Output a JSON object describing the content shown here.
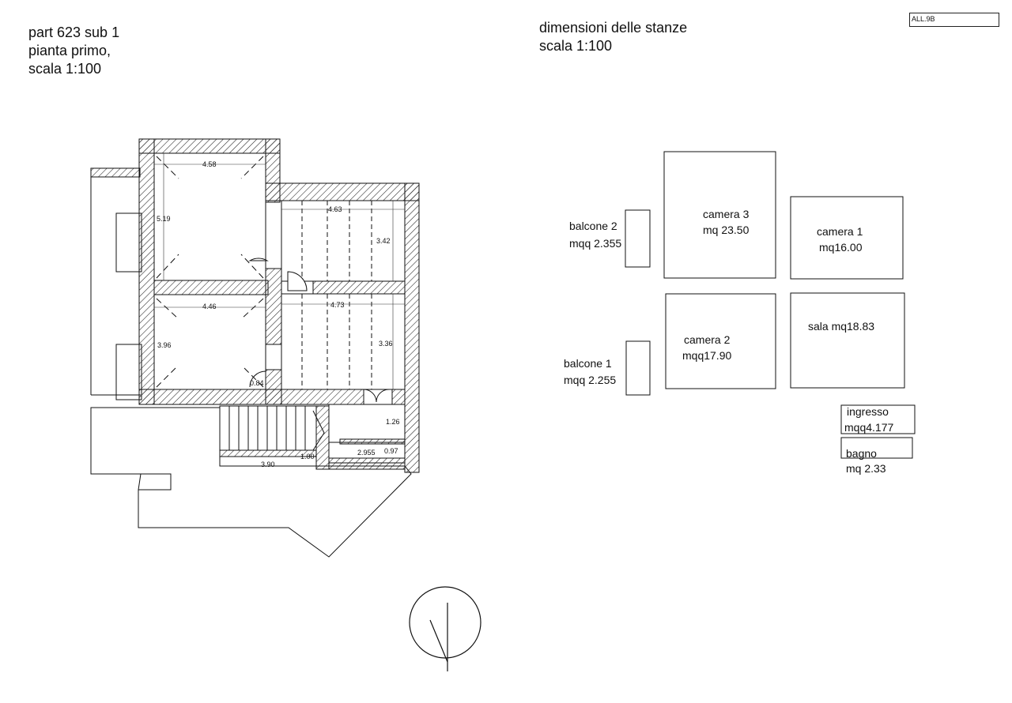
{
  "header_left": {
    "line1": "part 623 sub 1",
    "line2": "pianta primo,",
    "line3": "scala 1:100"
  },
  "header_right": {
    "line1": "dimensioni delle stanze",
    "line2": "scala 1:100"
  },
  "allegato": "ALL.9B",
  "floor_plan": {
    "dimensions": [
      "4.58",
      "5.19",
      "4.63",
      "3.42",
      "4.46",
      "4.73",
      "3.96",
      "3.36",
      "0.84",
      "1.26",
      "2.955",
      "0.97",
      "1.00",
      "3.90"
    ]
  },
  "rooms": {
    "camera3": {
      "name": "camera 3",
      "area": "mq 23.50"
    },
    "camera1": {
      "name": "camera 1",
      "area": "mq16.00"
    },
    "balcone2": {
      "name": "balcone 2",
      "area": "mqq 2.355"
    },
    "camera2": {
      "name": "camera 2",
      "area": "mqq17.90"
    },
    "sala": {
      "name": "sala mq18.83"
    },
    "balcone1": {
      "name": "balcone 1",
      "area": "mqq 2.255"
    },
    "ingresso": {
      "name": "ingresso",
      "area": "mqq4.177"
    },
    "bagno": {
      "name": "bagno",
      "area": "mq 2.33"
    }
  }
}
